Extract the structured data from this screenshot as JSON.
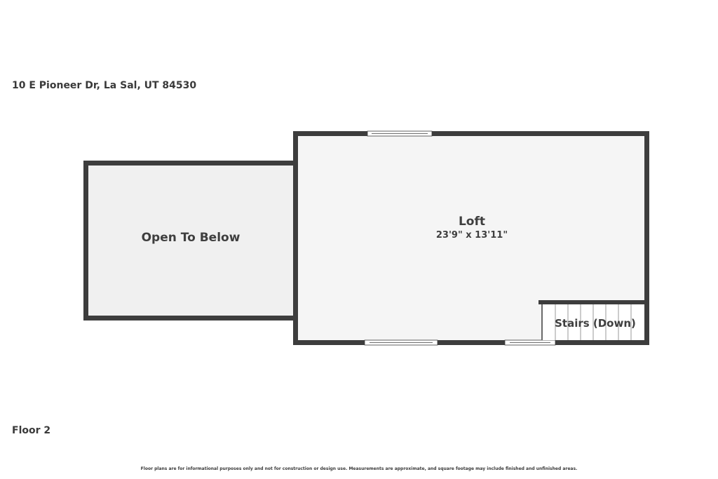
{
  "address": "10 E Pioneer Dr, La Sal, UT 84530",
  "floor": "Floor 2",
  "disclaimer": "Floor plans are for informational purposes only and not for construction or design use. Measurements are approximate, and square footage may include finished and unfinished areas.",
  "rooms": {
    "open_to_below": {
      "name": "Open To Below"
    },
    "loft": {
      "name": "Loft",
      "dimensions": "23'9\" x 13'11\""
    },
    "stairs": {
      "name": "Stairs (Down)"
    }
  },
  "colors": {
    "wall": "#3d3d3d",
    "loft_floor": "#f5f5f5",
    "open_floor": "#f0f0f0",
    "text": "#3a3a3a"
  }
}
